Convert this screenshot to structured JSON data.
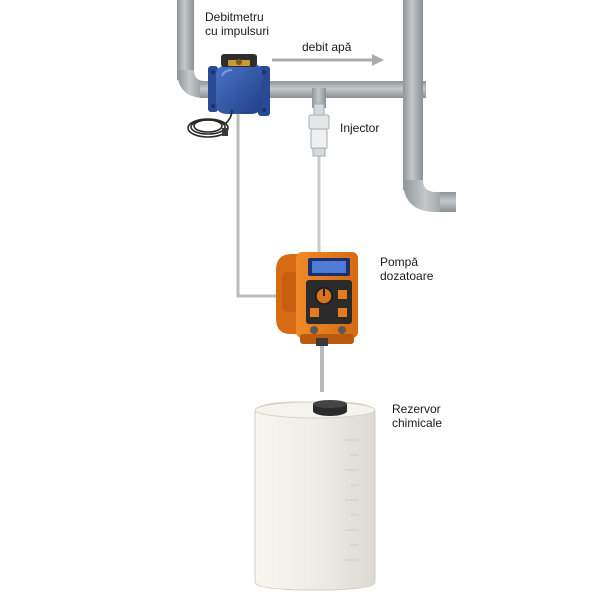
{
  "labels": {
    "flowmeter": "Debitmetru\ncu impulsuri",
    "water_flow": "debit apă",
    "injector": "Injector",
    "dosing_pump": "Pompă\ndozatoare",
    "chemical_tank": "Rezervor\nchimicale"
  },
  "colors": {
    "pipe": "#a7acaf",
    "pipe_dark": "#8e9497",
    "flowmeter_body": "#2f55a8",
    "pump_body": "#e8791c",
    "pump_panel": "#2b2b2b",
    "tank": "#efeee8",
    "signal_line": "#b9bcbe"
  },
  "icons": [
    "flowmeter-icon",
    "cable-icon",
    "injector-icon",
    "dosing-pump-icon",
    "chemical-tank-icon",
    "flow-arrow-icon"
  ]
}
